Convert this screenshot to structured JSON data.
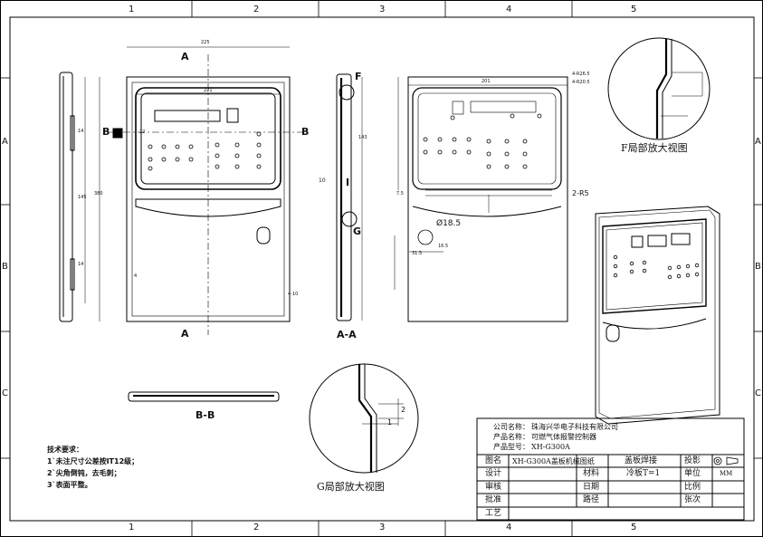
{
  "border": {
    "columns": [
      "1",
      "2",
      "3",
      "4",
      "5"
    ],
    "rows": [
      "A",
      "B",
      "C"
    ]
  },
  "views": {
    "front": {
      "section_a": "A",
      "section_b": "B",
      "dim_width": "225",
      "dim_inner": "221",
      "dim_height": "380",
      "dim_left": "22",
      "dim_1": "14",
      "dim_2": "145",
      "dim_3": "14",
      "note_4": "4",
      "note_410": "4-10"
    },
    "section_aa": {
      "title": "A-A",
      "label_f": "F",
      "label_g": "G",
      "dim_10": "10",
      "dim_143": "143"
    },
    "section_bb": {
      "title": "B-B"
    },
    "back": {
      "dim_201": "201",
      "dim_r26": "4-R26.5",
      "dim_r20": "4-R20.5",
      "dim_2r5": "2-R5",
      "dim_185": "Ø18.5",
      "dim_315": "31.5",
      "dim_165": "16.5",
      "dim_75": "7.5"
    },
    "detail_f": {
      "title": "F局部放大视图"
    },
    "detail_g": {
      "title": "G局部放大视图",
      "dim_2": "2",
      "dim_1": "1"
    }
  },
  "tech": {
    "title": "技术要求：",
    "items": [
      "1`未注尺寸公差按IT12级；",
      "2`尖角倒钝，去毛刺；",
      "3`表面平整。"
    ]
  },
  "title_block": {
    "company_label": "公司名称：",
    "company": "珠海兴华电子科技有限公司",
    "product_label": "产品名称：",
    "product": "可燃气体报警控制器",
    "model_label": "产品型号：",
    "model": "XH-G300A",
    "r1": [
      "图名",
      "XH-G300A盖板机械图纸",
      "盖板焊接",
      "投影"
    ],
    "r2": [
      "设计",
      "材料",
      "冷板T=1",
      "单位",
      "MM"
    ],
    "r3": [
      "审核",
      "日期",
      "比例"
    ],
    "r4": [
      "批准",
      "路径",
      "张次"
    ],
    "r5": [
      "工艺"
    ]
  }
}
